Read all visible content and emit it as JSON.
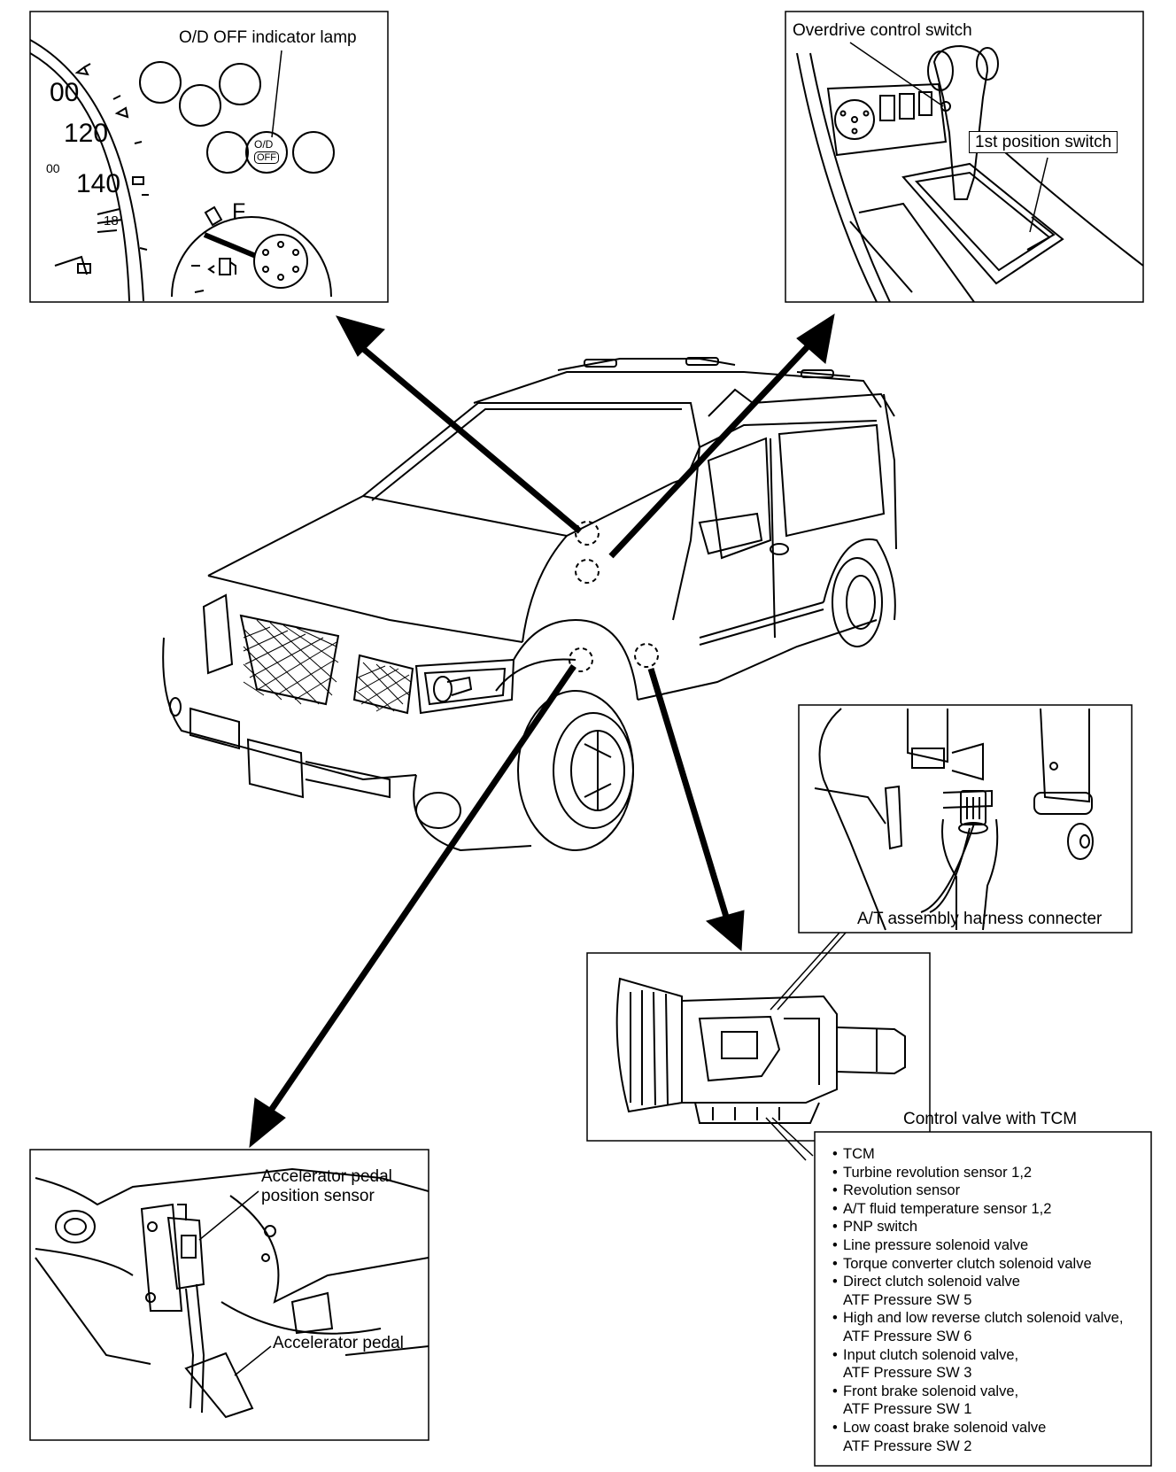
{
  "panels": {
    "od_indicator": {
      "label": "O/D OFF indicator lamp",
      "lamp_top": "O/D",
      "lamp_bottom": "OFF",
      "gauge_numbers": [
        "00",
        "120",
        "140",
        "00",
        "18",
        "F"
      ]
    },
    "overdrive_switch": {
      "label": "Overdrive control switch",
      "sub_label": "1st position switch"
    },
    "harness": {
      "label": "A/T assembly harness connecter"
    },
    "control_valve": {
      "label": "Control valve with TCM",
      "items": [
        {
          "bullet": true,
          "text": "TCM"
        },
        {
          "bullet": true,
          "text": "Turbine revolution sensor 1,2"
        },
        {
          "bullet": true,
          "text": "Revolution sensor"
        },
        {
          "bullet": true,
          "text": "A/T fluid temperature sensor 1,2"
        },
        {
          "bullet": true,
          "text": "PNP switch"
        },
        {
          "bullet": true,
          "text": "Line pressure solenoid valve"
        },
        {
          "bullet": true,
          "text": "Torque converter clutch solenoid valve"
        },
        {
          "bullet": true,
          "text": "Direct clutch solenoid valve"
        },
        {
          "bullet": false,
          "text": "ATF Pressure SW 5"
        },
        {
          "bullet": true,
          "text": "High and low reverse clutch solenoid valve,"
        },
        {
          "bullet": false,
          "text": "ATF Pressure SW 6"
        },
        {
          "bullet": true,
          "text": "Input clutch solenoid valve,"
        },
        {
          "bullet": false,
          "text": "ATF Pressure SW 3"
        },
        {
          "bullet": true,
          "text": "Front brake solenoid valve,"
        },
        {
          "bullet": false,
          "text": "ATF Pressure SW 1"
        },
        {
          "bullet": true,
          "text": "Low coast brake solenoid valve"
        },
        {
          "bullet": false,
          "text": "ATF Pressure SW 2"
        }
      ]
    },
    "accelerator": {
      "label_sensor_1": "Accelerator pedal",
      "label_sensor_2": "position sensor",
      "label_pedal": "Accelerator pedal"
    }
  },
  "colors": {
    "line": "#000000",
    "background": "#ffffff"
  }
}
